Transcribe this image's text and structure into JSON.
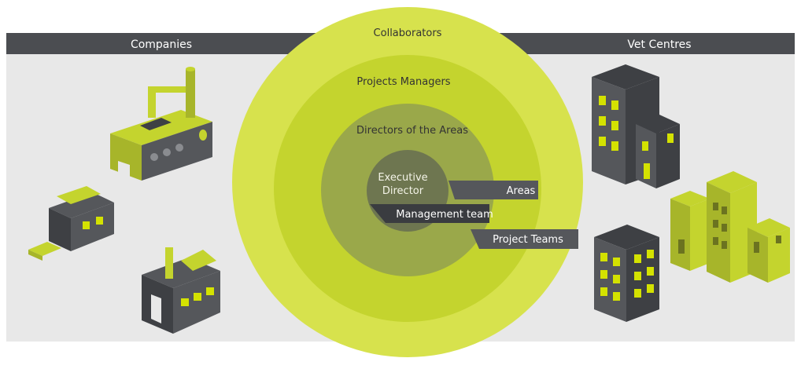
{
  "header": {
    "left_label": "Companies",
    "right_label": "Vet Centres"
  },
  "rings": {
    "outer": "Collaborators",
    "second": "Projects Managers",
    "third": "Directors of the Areas",
    "core_line1": "Executive",
    "core_line2": "Director"
  },
  "tabs": {
    "areas": "Areas",
    "management": "Management team",
    "project_teams": "Project Teams"
  },
  "colors": {
    "banner": "#4b4d51",
    "panel": "#e8e8e8",
    "ring_outer": "#d7e24d",
    "ring_second": "#c4d42e",
    "ring_third": "#9aa84a",
    "core": "#6e7650",
    "building_lime": "#c4d42e",
    "building_dark": "#55575b"
  },
  "icons": [
    "factory-icon",
    "small-warehouse-icon",
    "workshop-icon",
    "office-tower-icon",
    "office-pair-icon",
    "building-cluster-icon"
  ]
}
